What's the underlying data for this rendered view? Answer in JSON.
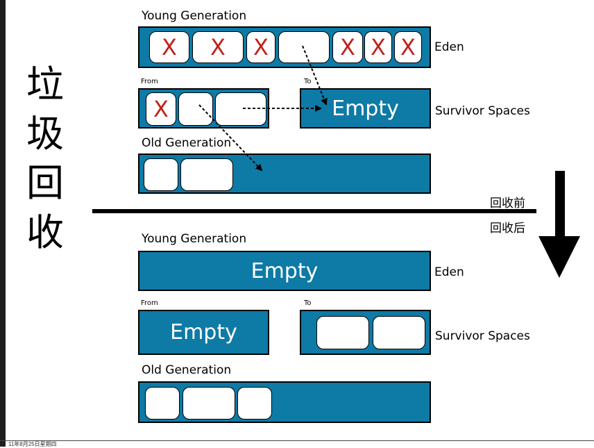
{
  "side_title": [
    "垃",
    "圾",
    "回",
    "收"
  ],
  "before": {
    "young_label": "Young Generation",
    "eden_label": "Eden",
    "eden_cells": [
      "X",
      "X",
      "X",
      "",
      "X",
      "X",
      "X"
    ],
    "from_label": "From",
    "to_label": "To",
    "from_cells": [
      "X",
      "",
      ""
    ],
    "to_text": "Empty",
    "survivor_label": "Survivor Spaces",
    "old_label": "Old Generation",
    "old_cells": [
      "",
      ""
    ]
  },
  "divider": {
    "before_label": "回收前",
    "after_label": "回收后"
  },
  "after": {
    "young_label": "Young Generation",
    "eden_text": "Empty",
    "eden_label": "Eden",
    "from_label": "From",
    "to_label": "To",
    "from_text": "Empty",
    "to_cells": [
      "",
      ""
    ],
    "survivor_label": "Survivor Spaces",
    "old_label": "Old Generation",
    "old_cells": [
      "",
      "",
      ""
    ]
  },
  "footer": "11年8月25日星期四",
  "colors": {
    "bar": "#0e7aa6",
    "x_mark": "#c0211d",
    "text_on_bar": "#ffffff"
  }
}
